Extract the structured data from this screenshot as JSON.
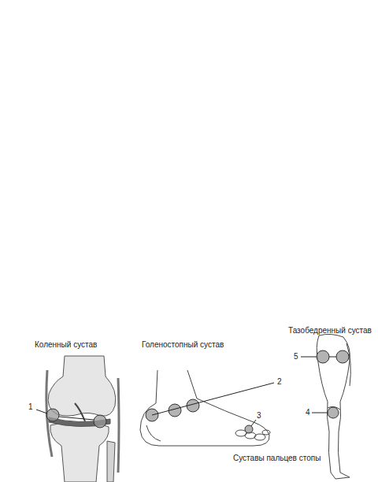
{
  "diagram": {
    "labels": [
      "Коленный сустав",
      "Голеностопный сустав",
      "Тазобедренный сустав",
      "1",
      "2",
      "3",
      "4",
      "5",
      "Суставы пальцев стопы"
    ]
  }
}
